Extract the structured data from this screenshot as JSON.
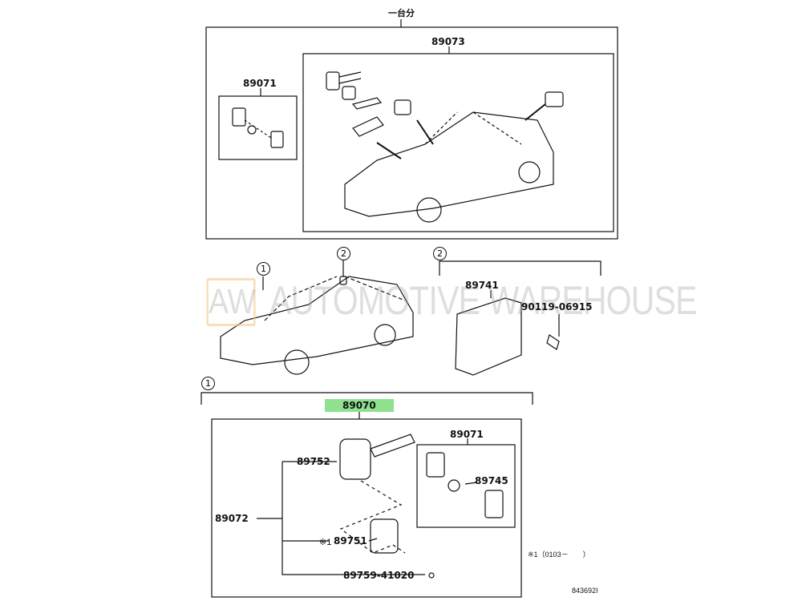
{
  "header": {
    "set_label": "一台分"
  },
  "top_box": {
    "assembly": "89073",
    "sub_assembly": "89071"
  },
  "middle": {
    "marker_1": "1",
    "marker_2": "2",
    "section_2_marker": "2",
    "module_part": "89741",
    "bolt_part": "90119-06915"
  },
  "watermark": {
    "logo": "AW",
    "text": "AUTOMOTIVE WAREHOUSE"
  },
  "bottom": {
    "section_marker": "1",
    "highlighted_part": "89070",
    "highlight_color": "#8fe08f",
    "sub_assembly": "89071",
    "transponder": "89745",
    "key_plate": "89752",
    "key_set": "89072",
    "key_blank": "89751",
    "key_blank_note": "※1",
    "screw": "89759-41020",
    "footnote": "※1（0103－　　）"
  },
  "diagram_id": "843692I"
}
